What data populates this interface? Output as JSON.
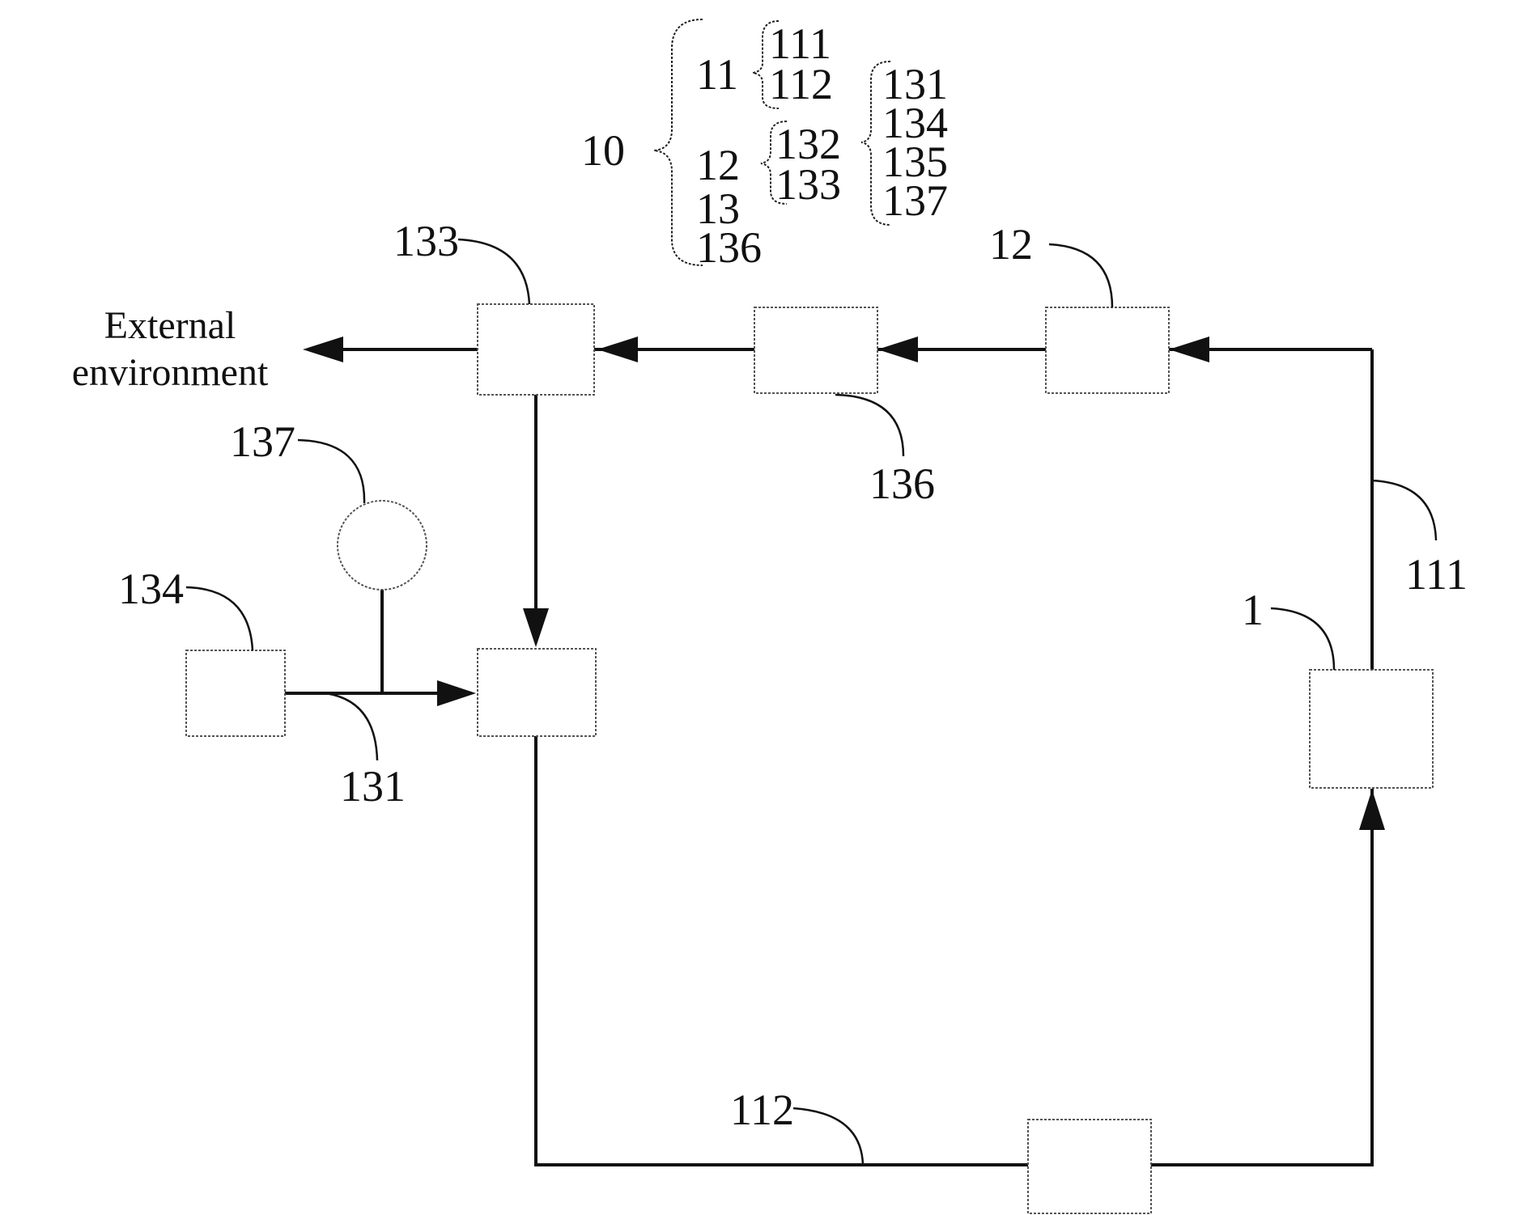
{
  "diagram": {
    "external_label_line1": "External",
    "external_label_line2": "environment",
    "component_labels": {
      "l133": "133",
      "l12": "12",
      "l136": "136",
      "l137": "137",
      "l134": "134",
      "l131": "131",
      "l111": "111",
      "l1": "1",
      "l112": "112"
    },
    "hierarchy": {
      "root": "10",
      "n11": "11",
      "n111": "111",
      "n112": "112",
      "n12": "12",
      "n132": "132",
      "n133": "133",
      "n13": "13",
      "n136": "136",
      "n131": "131",
      "n134": "134",
      "n135": "135",
      "n137": "137"
    },
    "colors": {
      "line": "#111111",
      "box_border": "#555555",
      "background": "#ffffff"
    }
  }
}
